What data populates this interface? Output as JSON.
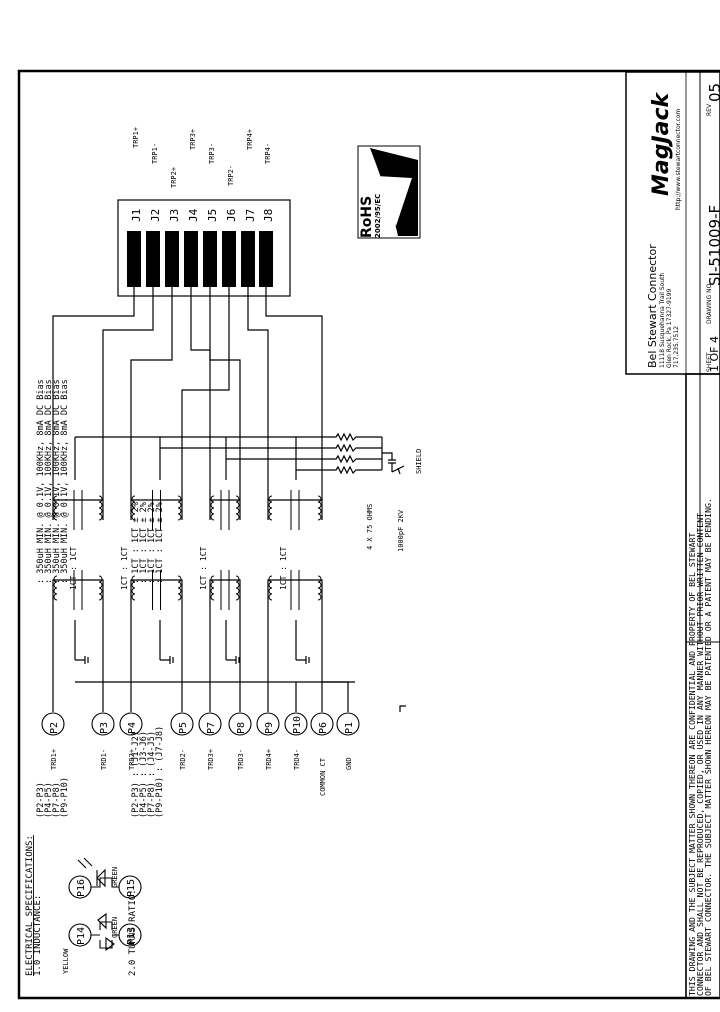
{
  "pins": [
    {
      "id": "P2",
      "label": "TRD1+"
    },
    {
      "id": "P3",
      "label": "TRD1-"
    },
    {
      "id": "P4",
      "label": "TRD2+"
    },
    {
      "id": "P5",
      "label": "TRD2-"
    },
    {
      "id": "P7",
      "label": "TRD3+"
    },
    {
      "id": "P8",
      "label": "TRD3-"
    },
    {
      "id": "P9",
      "label": "TRD4+"
    },
    {
      "id": "P10",
      "label": "TRD4-"
    },
    {
      "id": "P6",
      "label": "COMMON CT"
    },
    {
      "id": "P1",
      "label": "GND"
    }
  ],
  "jacks": [
    {
      "id": "J1",
      "label": "TRP1+"
    },
    {
      "id": "J2",
      "label": "TRP1-"
    },
    {
      "id": "J3",
      "label": "TRP2+"
    },
    {
      "id": "J4",
      "label": "TRP3+"
    },
    {
      "id": "J5",
      "label": "TRP3-"
    },
    {
      "id": "J6",
      "label": "TRP2-"
    },
    {
      "id": "J7",
      "label": "TRP4+"
    },
    {
      "id": "J8",
      "label": "TRP4-"
    }
  ],
  "ratio_labels": [
    "1CT : 1CT",
    "1CT : 1CT",
    "1CT : 1CT",
    "1CT : 1CT"
  ],
  "resistor_label": "4 X 75 OHMS",
  "cap_label": "1000pF 2KV",
  "shield_label": "SHIELD",
  "leds": {
    "p16": "P16",
    "p15": "P15",
    "green1": "GREEN",
    "p14": "P14",
    "p13": "P13",
    "green2": "GREEN",
    "yellow": "YELLOW"
  },
  "spec": {
    "title": "ELECTRICAL SPECIFICATIONS:",
    "inductance_label": "1.0  INDUCTANCE:",
    "inductance_pairs": [
      "(P2-P3)",
      "(P4-P5)",
      "(P7-P8)",
      "(P9-P10)"
    ],
    "inductance_values": [
      ": 350uH MIN. @ 0.1V, 100KHz, 8mA DC Bias",
      ": 350uH MIN. @ 0.1V, 100KHz, 8mA DC Bias",
      ": 350uH MIN. @ 0.1V, 100KHz, 8mA DC Bias",
      ": 350uH MIN. @ 0.1V, 100KHz, 8mA DC Bias"
    ],
    "turns_label": "2.0  TURNS RATIO:",
    "turns_pairs": [
      "(P2-P3) : (J1-J2)",
      "(P4-P5) : (J3-J6)",
      "(P7-P8) : (J4-J5)",
      "(P9-P10) : (J7-J8)"
    ],
    "turns_values": [
      ": 1CT : 1CT ± 2%",
      ": 1CT : 1CT ± 2%",
      ": 1CT : 1CT ± 2%",
      ": 1CT : 1CT ± 2%"
    ]
  },
  "confidential": [
    "THIS DRAWING AND THE SUBJECT MATTER SHOWN THEREON ARE CONFIDENTIAL AND PROPERTY OF BEL STEWART",
    "CONNECTOR AND SHALL NOT BE REPRODUCED, COPIED, OR USED IN ANY MANNER WITHOUT PRIOR WRITTEN CONTENT",
    "OF BEL STEWART CONNECTOR. THE SUBJECT MATTER SHOWN HEREON MAY BE PATENTED OR A PATENT MAY BE PENDING."
  ],
  "company": {
    "name": "Bel Stewart Connector",
    "addr1": "11118 Susquehanna Trail South",
    "addr2": "Glen Rock, Pa 17327-9199",
    "addr3": "717.235.7512",
    "logo": "MagJack",
    "url": "http://www.stewartconnector.com"
  },
  "rohs": {
    "title": "RoHS",
    "sub": "2002/95/EC"
  },
  "title_block": {
    "sheet_hdr": "SHEET",
    "sheet": "1 OF 4",
    "drawing_hdr": "DRAWING NO.",
    "drawing": "SI-51009-F",
    "rev_hdr": "REV",
    "rev": "05"
  }
}
